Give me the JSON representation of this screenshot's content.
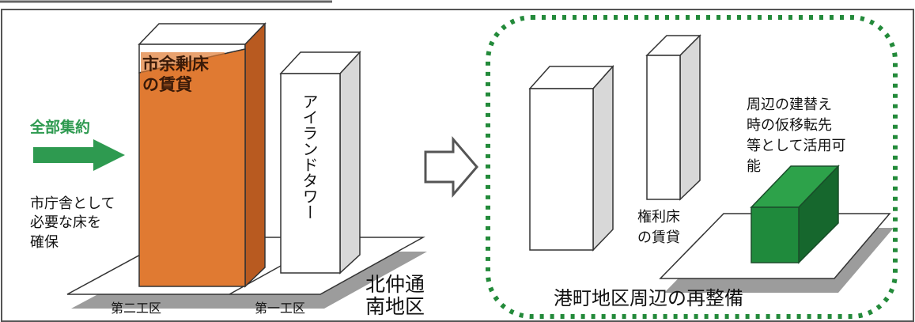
{
  "left_panel": {
    "orange_tower_label": "市余剰床\nの賃貸",
    "arrow_label": "全部集約",
    "side_note": "市庁舎として\n必要な床を\n確保",
    "white_tower_label": "アイランドタワー",
    "district_2": "第二工区",
    "district_1": "第一工区",
    "area_name": "北仲通\n南地区"
  },
  "right_panel": {
    "floor_label": "権利床\nの賃貸",
    "reuse_note": "周辺の建替え\n時の仮移転先\n等として活用可\n能",
    "caption": "港町地区周辺の再整備"
  },
  "colors": {
    "orange_front": "#e07a32",
    "orange_side": "#b85a20",
    "arrow_green": "#2e9a50",
    "green_block": "#1f8a3c",
    "green_block_side": "#16672d",
    "dotted_border": "#238a3a",
    "ground_shadow": "#9c9c9c"
  }
}
